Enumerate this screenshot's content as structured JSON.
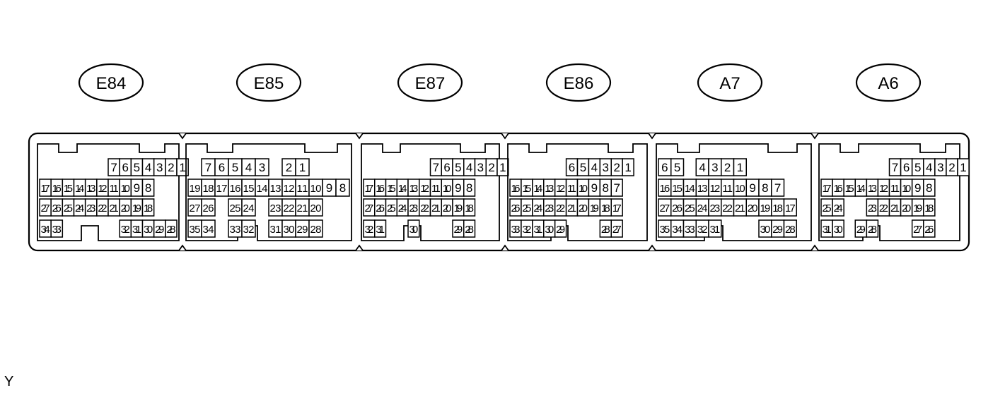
{
  "connectors": [
    {
      "label": "E84",
      "rows": [
        [
          {
            "c": 6,
            "n": [
              7,
              6,
              5,
              4,
              3,
              2,
              1
            ]
          }
        ],
        [
          {
            "c": 0,
            "n": [
              17,
              16,
              15,
              14,
              13,
              12,
              11,
              10,
              9,
              8
            ]
          }
        ],
        [
          {
            "c": 0,
            "n": [
              27,
              26,
              25,
              24,
              23,
              22,
              21,
              20,
              19,
              18
            ]
          }
        ],
        [
          {
            "c": 0,
            "n": [
              34,
              33
            ]
          },
          {
            "c": 7,
            "n": [
              32,
              31,
              30,
              29,
              28
            ]
          }
        ]
      ]
    },
    {
      "label": "E85",
      "rows": [
        [
          {
            "c": 1,
            "n": [
              7,
              6,
              5,
              4,
              3
            ]
          },
          {
            "c": 7,
            "n": [
              2,
              1
            ]
          }
        ],
        [
          {
            "c": 0,
            "n": [
              19,
              18,
              17,
              16,
              15,
              14,
              13,
              12,
              11,
              10,
              9,
              8
            ]
          }
        ],
        [
          {
            "c": 0,
            "n": [
              27,
              26
            ]
          },
          {
            "c": 3,
            "n": [
              25,
              24
            ]
          },
          {
            "c": 6,
            "n": [
              23,
              22,
              21,
              20
            ]
          }
        ],
        [
          {
            "c": 0,
            "n": [
              35,
              34
            ]
          },
          {
            "c": 3,
            "n": [
              33,
              32
            ]
          },
          {
            "c": 6,
            "n": [
              31,
              30,
              29,
              28
            ]
          }
        ]
      ]
    },
    {
      "label": "E87",
      "rows": [
        [
          {
            "c": 6,
            "n": [
              7,
              6,
              5,
              4,
              3,
              2,
              1
            ]
          }
        ],
        [
          {
            "c": 0,
            "n": [
              17,
              16,
              15,
              14,
              13,
              12,
              11,
              10,
              9,
              8
            ]
          }
        ],
        [
          {
            "c": 0,
            "n": [
              27,
              26,
              25,
              24,
              23,
              22,
              21,
              20,
              19,
              18
            ]
          }
        ],
        [
          {
            "c": 0,
            "n": [
              32,
              31
            ]
          },
          {
            "c": 4,
            "n": [
              30
            ]
          },
          {
            "c": 8,
            "n": [
              29,
              28
            ]
          }
        ]
      ]
    },
    {
      "label": "E86",
      "rows": [
        [
          {
            "c": 5,
            "n": [
              6,
              5,
              4,
              3,
              2,
              1
            ]
          }
        ],
        [
          {
            "c": 0,
            "n": [
              16,
              15,
              14,
              13,
              12,
              11,
              10,
              9,
              8,
              7
            ]
          }
        ],
        [
          {
            "c": 0,
            "n": [
              26,
              25,
              24,
              23,
              22,
              21,
              20,
              19,
              18,
              17
            ]
          }
        ],
        [
          {
            "c": 0,
            "n": [
              33,
              32,
              31,
              30,
              29
            ]
          },
          {
            "c": 8,
            "n": [
              28,
              27
            ]
          }
        ]
      ]
    },
    {
      "label": "A7",
      "rows": [
        [
          {
            "c": 0,
            "n": [
              6,
              5
            ]
          },
          {
            "c": 3,
            "n": [
              4,
              3,
              2,
              1
            ]
          }
        ],
        [
          {
            "c": 0,
            "n": [
              16,
              15,
              14,
              13,
              12,
              11,
              10,
              9,
              8,
              7
            ]
          }
        ],
        [
          {
            "c": 0,
            "n": [
              27,
              26,
              25,
              24,
              23,
              22,
              21,
              20,
              19,
              18,
              17
            ]
          }
        ],
        [
          {
            "c": 0,
            "n": [
              35,
              34,
              33,
              32,
              31
            ]
          },
          {
            "c": 8,
            "n": [
              30,
              29,
              28
            ]
          }
        ]
      ]
    },
    {
      "label": "A6",
      "rows": [
        [
          {
            "c": 6,
            "n": [
              7,
              6,
              5,
              4,
              3,
              2,
              1
            ]
          }
        ],
        [
          {
            "c": 0,
            "n": [
              17,
              16,
              15,
              14,
              13,
              12,
              11,
              10,
              9,
              8
            ]
          }
        ],
        [
          {
            "c": 0,
            "n": [
              25,
              24
            ]
          },
          {
            "c": 4,
            "n": [
              23,
              22,
              21,
              20,
              19,
              18
            ]
          }
        ],
        [
          {
            "c": 0,
            "n": [
              31,
              30
            ]
          },
          {
            "c": 3,
            "n": [
              29,
              28
            ]
          },
          {
            "c": 8,
            "n": [
              27,
              26
            ]
          }
        ]
      ]
    }
  ],
  "corner_mark": "Y"
}
